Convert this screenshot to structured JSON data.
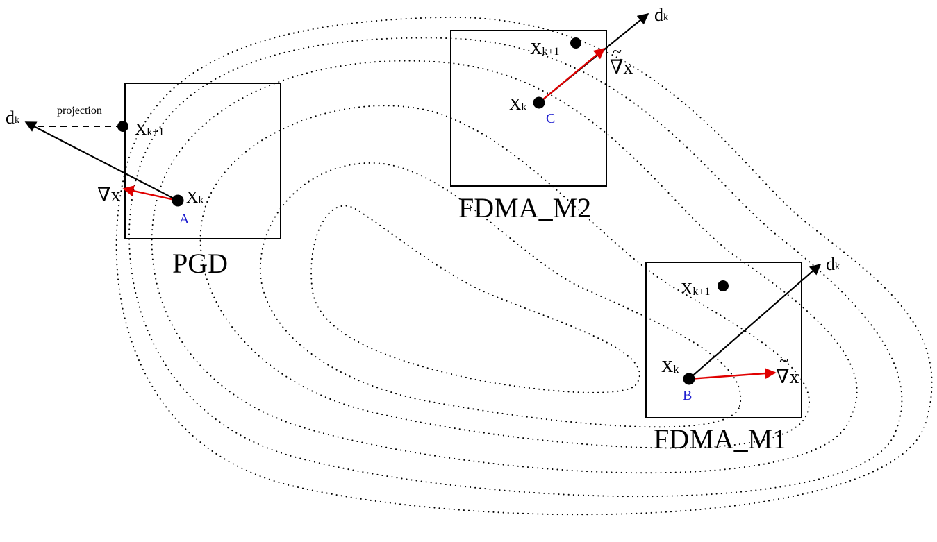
{
  "colors": {
    "gradient_arrow": "#e00000",
    "point_label": "#1f1fd0",
    "line": "#000000"
  },
  "panels": {
    "pgd": {
      "title": "PGD",
      "direction": "d",
      "direction_sub": "k",
      "projection": "projection",
      "next_point": "X",
      "next_point_sub": "k+1",
      "gradient": "∇x",
      "current_point": "X",
      "current_point_sub": "k",
      "point_label": "A"
    },
    "fdma_m2": {
      "title": "FDMA_M2",
      "direction": "d",
      "direction_sub": "k",
      "next_point": "X",
      "next_point_sub": "k+1",
      "gradient": "∇x",
      "gradient_tilde": "~",
      "current_point": "X",
      "current_point_sub": "k",
      "point_label": "C"
    },
    "fdma_m1": {
      "title": "FDMA_M1",
      "direction": "d",
      "direction_sub": "k",
      "next_point": "X",
      "next_point_sub": "k+1",
      "gradient": "∇x",
      "gradient_tilde": "~",
      "current_point": "X",
      "current_point_sub": "k",
      "point_label": "B"
    }
  }
}
